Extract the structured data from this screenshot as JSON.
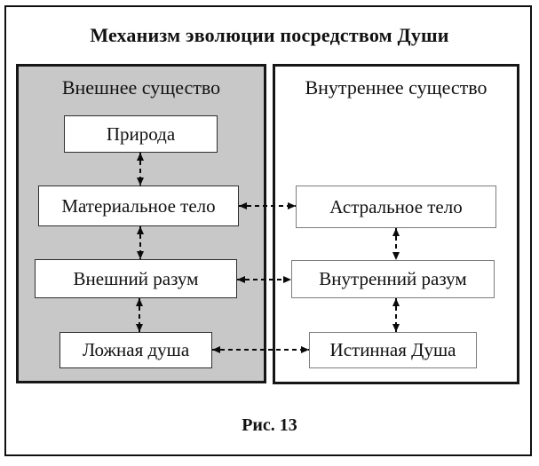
{
  "figure": {
    "title": "Механизм эволюции посредством Души",
    "caption": "Рис. 13"
  },
  "outer_being": {
    "heading": "Внешнее существо",
    "boxes": {
      "nature": "Природа",
      "material_body": "Материальное тело",
      "outer_mind": "Внешний разум",
      "false_soul": "Ложная душа"
    }
  },
  "inner_being": {
    "heading": "Внутреннее существо",
    "boxes": {
      "astral_body": "Астральное тело",
      "inner_mind": "Внутренний разум",
      "true_soul": "Истинная Душа"
    }
  },
  "connections": [
    {
      "from": "Природа",
      "to": "Материальное тело",
      "style": "dashed-double-arrow",
      "orientation": "vertical"
    },
    {
      "from": "Материальное тело",
      "to": "Внешний разум",
      "style": "dashed-double-arrow",
      "orientation": "vertical"
    },
    {
      "from": "Внешний разум",
      "to": "Ложная душа",
      "style": "dashed-double-arrow",
      "orientation": "vertical"
    },
    {
      "from": "Астральное тело",
      "to": "Внутренний разум",
      "style": "dashed-double-arrow",
      "orientation": "vertical"
    },
    {
      "from": "Внутренний разум",
      "to": "Истинная Душа",
      "style": "dashed-double-arrow",
      "orientation": "vertical"
    },
    {
      "from": "Материальное тело",
      "to": "Астральное тело",
      "style": "dashed-double-arrow",
      "orientation": "horizontal"
    },
    {
      "from": "Внешний разум",
      "to": "Внутренний разум",
      "style": "dashed-double-arrow",
      "orientation": "horizontal"
    },
    {
      "from": "Ложная душа",
      "to": "Истинная Душа",
      "style": "dashed-double-arrow",
      "orientation": "horizontal"
    }
  ],
  "colors": {
    "outer_panel_fill": "#c8c8c8",
    "inner_panel_fill": "#ffffff",
    "frame_border": "#101010",
    "panel_border": "#161616",
    "left_box_border": "#2e2e2e",
    "right_box_border": "#7d7d7d",
    "arrow": "#0a0a0a",
    "text": "#111111"
  }
}
